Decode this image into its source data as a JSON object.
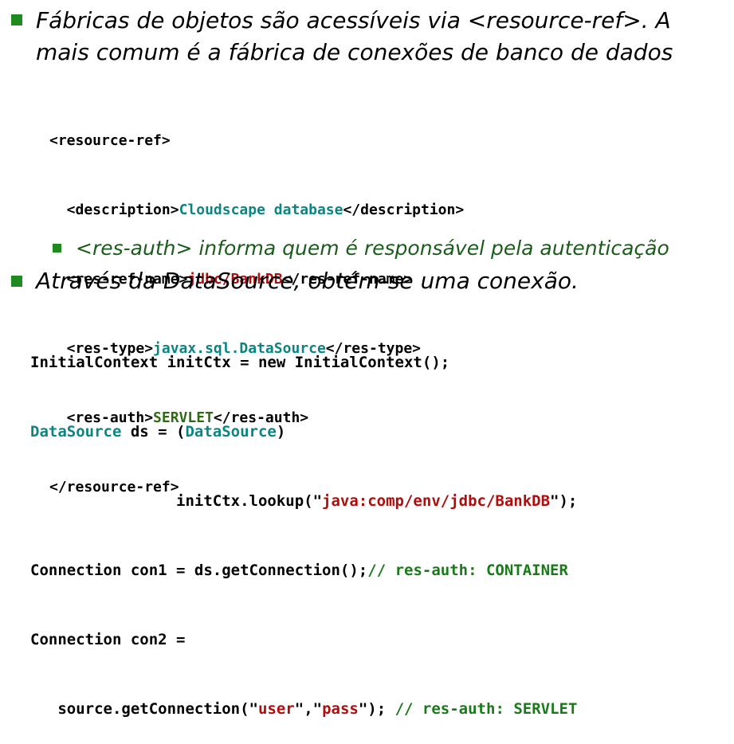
{
  "colors": {
    "bullet": "#1f8a1f",
    "teal": "#0b8583",
    "red": "#b00d0d",
    "green": "#2f6b12",
    "comment": "#1a7a1a"
  },
  "bullets": {
    "first_line1": "Fábricas de objetos são acessíveis via <resource-ref>. A",
    "first_line2": "mais comum é a fábrica de conexões de banco de dados",
    "sub": "<res-auth> informa quem é responsável pela autenticação",
    "second": "Através da DataSource, obtém-se uma conexão."
  },
  "xml": {
    "l1": "<resource-ref>",
    "l2_open": "  <description>",
    "l2_val": "Cloudscape database",
    "l2_close": "</description>",
    "l3_open": "  <res-ref-name>",
    "l3_val": "jdbc/BankDB",
    "l3_close": "</res-ref-name>",
    "l4_open": "  <res-type>",
    "l4_val": "javax.sql.DataSource",
    "l4_close": "</res-type>",
    "l5_open": "  <res-auth>",
    "l5_val": "SERVLET",
    "l5_close": "</res-auth>",
    "l6": "</resource-ref>"
  },
  "java": {
    "l1": "InitialContext initCtx = new InitialContext();",
    "l2_type": "DataSource",
    "l2_mid": " ds = (",
    "l2_cast": "DataSource",
    "l2_end": ")",
    "l3_pre": "                initCtx.lookup(\"",
    "l3_str": "java:comp/env/jdbc/BankDB",
    "l3_end": "\");",
    "l4_code": "Connection con1 = ds.getConnection();",
    "l4_comment": "// res-auth: CONTAINER",
    "l5": "Connection con2 =",
    "l6_pre": "   source.getConnection(\"",
    "l6_user": "user",
    "l6_sep": "\",\"",
    "l6_pass": "pass",
    "l6_end": "\"); ",
    "l6_comment": "// res-auth: SERVLET"
  }
}
